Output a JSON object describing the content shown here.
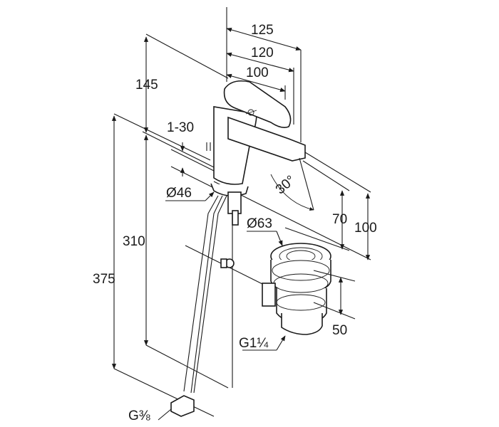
{
  "drawing": {
    "title": "Single-lever basin mixer dimension drawing",
    "dimensions": {
      "spout_reach_125": "125",
      "spout_reach_120": "120",
      "spout_reach_100": "100",
      "height_above_deck": "145",
      "deck_thickness": "1-30",
      "base_diameter": "Ø46",
      "waste_diameter": "Ø63",
      "spout_height": "310",
      "total_height": "375",
      "spout_outlet_70": "70",
      "spout_outlet_100": "100",
      "lever_angle": "30°",
      "waste_depth": "50",
      "waste_thread": "G1¼",
      "supply_thread": "G⅜"
    }
  }
}
